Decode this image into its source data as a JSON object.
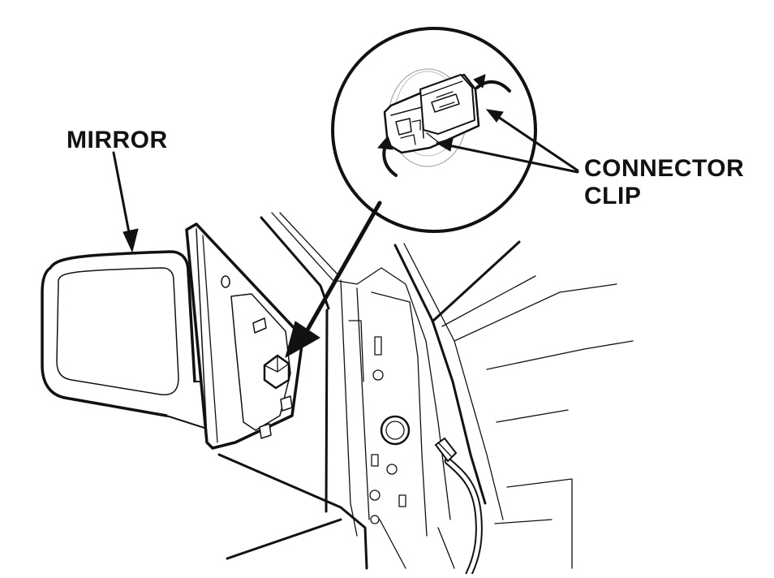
{
  "labels": {
    "mirror": "MIRROR",
    "connector": "CONNECTOR",
    "clip": "CLIP"
  },
  "colors": {
    "line": "#111111",
    "light_line": "#777777",
    "background": "#ffffff"
  }
}
